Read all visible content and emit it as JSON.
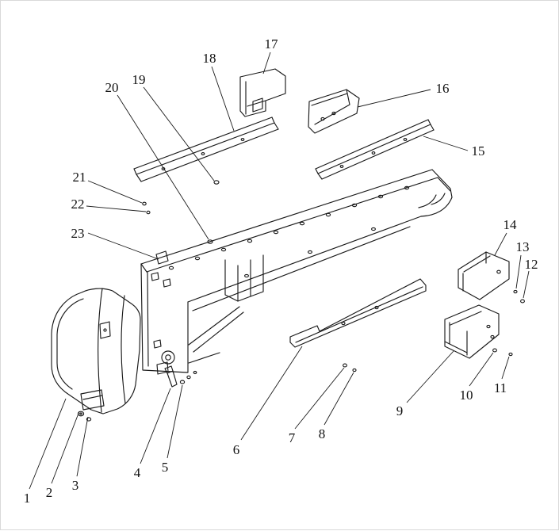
{
  "figure": {
    "kind": "exploded-parts-diagram",
    "colors": {
      "line": "#1a1a1a",
      "background": "#ffffff"
    },
    "callouts": [
      {
        "number": "1"
      },
      {
        "number": "2"
      },
      {
        "number": "3"
      },
      {
        "number": "4"
      },
      {
        "number": "5"
      },
      {
        "number": "6"
      },
      {
        "number": "7"
      },
      {
        "number": "8"
      },
      {
        "number": "9"
      },
      {
        "number": "10"
      },
      {
        "number": "11"
      },
      {
        "number": "12"
      },
      {
        "number": "13"
      },
      {
        "number": "14"
      },
      {
        "number": "15"
      },
      {
        "number": "16"
      },
      {
        "number": "17"
      },
      {
        "number": "18"
      },
      {
        "number": "19"
      },
      {
        "number": "20"
      },
      {
        "number": "21"
      },
      {
        "number": "22"
      },
      {
        "number": "23"
      }
    ]
  }
}
